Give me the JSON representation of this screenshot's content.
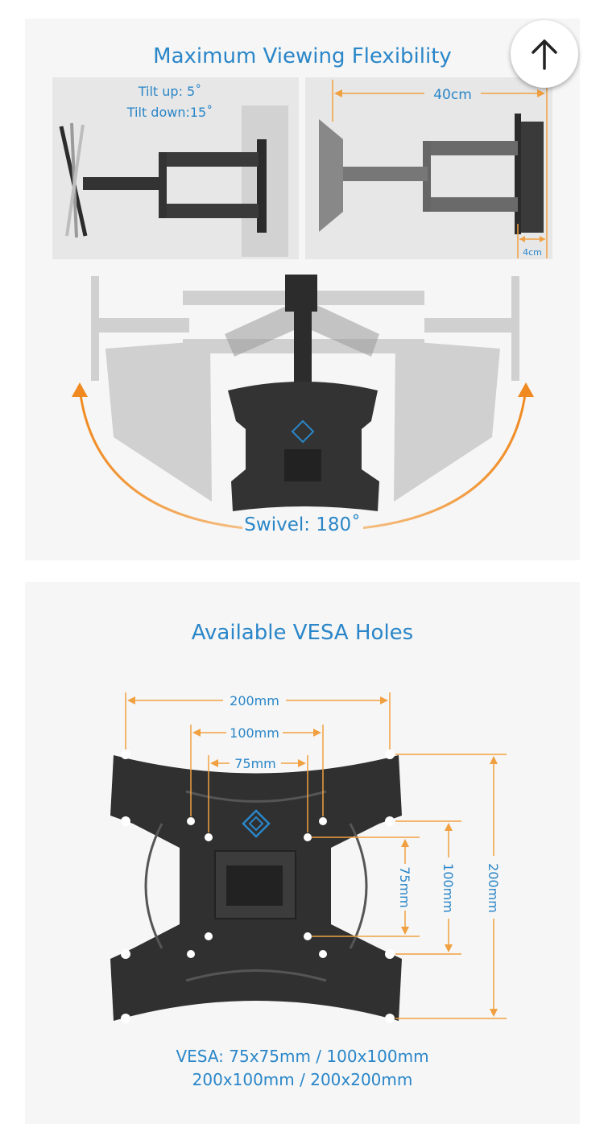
{
  "panel1": {
    "heading": "Maximum Viewing Flexibility",
    "tilt_up": "Tilt up: 5˚",
    "tilt_down": "Tilt down:15˚",
    "extension": "40cm",
    "profile": "4cm",
    "swivel": "Swivel: 180˚"
  },
  "panel2": {
    "heading": "Available VESA Holes",
    "dim_200_h": "200mm",
    "dim_100_h": "100mm",
    "dim_75_h": "75mm",
    "dim_75_v": "75mm",
    "dim_100_v": "100mm",
    "dim_200_v": "200mm",
    "vesa_line1": "VESA: 75x75mm / 100x100mm",
    "vesa_line2": "200x100mm / 200x200mm"
  },
  "colors": {
    "accent_blue": "#2a86c8",
    "accent_orange": "#f0a040",
    "plate": "#333333"
  },
  "icons": {
    "scroll_top": "arrow-up-icon"
  }
}
